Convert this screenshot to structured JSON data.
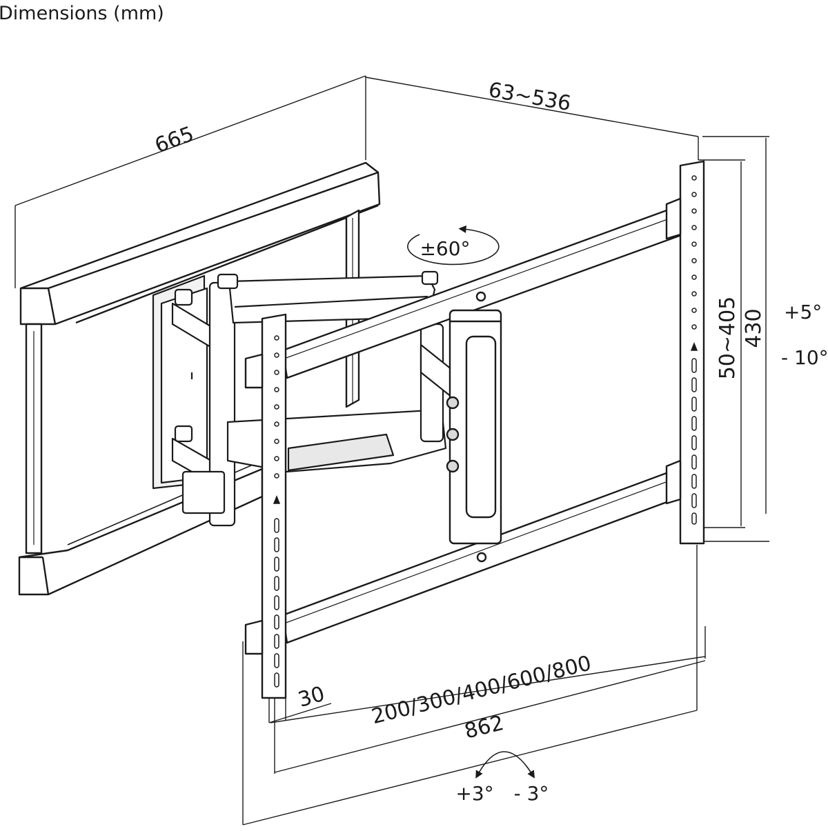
{
  "title": "Dimensions (mm)",
  "labels": {
    "arm_length": "665",
    "depth_range": "63~536",
    "swivel": "±60°",
    "vesa_vertical": "50~405",
    "plate_height": "430",
    "tilt_up": "+5°",
    "tilt_down": "- 10°",
    "vesa_horizontal": "200/300/400/600/800",
    "rail_offset": "30",
    "plate_width": "862",
    "level_plus": "+3°",
    "level_minus": "- 3°"
  },
  "colors": {
    "line": "#1a1a1a",
    "metal": "#ffffff",
    "shade": "#d9d9d9"
  }
}
